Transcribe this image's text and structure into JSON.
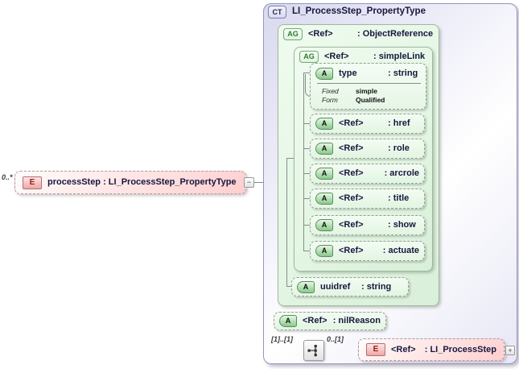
{
  "badges": {
    "complex_type": "CT",
    "attribute_group": "AG",
    "attribute": "A",
    "element": "E"
  },
  "element": {
    "cardinality": "0..*",
    "label": "processStep : LI_ProcessStep_PropertyType",
    "collapse_symbol": "−"
  },
  "complex_type": {
    "title": "LI_ProcessStep_PropertyType",
    "object_reference": {
      "name": "<Ref>",
      "type": ": ObjectReference",
      "simple_link": {
        "name": "<Ref>",
        "type": ": simpleLink",
        "type_attribute": {
          "name": "type",
          "type": ": string",
          "facets": [
            {
              "label": "Fixed",
              "value": "simple"
            },
            {
              "label": "Form",
              "value": "Qualified"
            }
          ]
        },
        "attributes": [
          {
            "name": "<Ref>",
            "type": ": href"
          },
          {
            "name": "<Ref>",
            "type": ": role"
          },
          {
            "name": "<Ref>",
            "type": ": arcrole"
          },
          {
            "name": "<Ref>",
            "type": ": title"
          },
          {
            "name": "<Ref>",
            "type": ": show"
          },
          {
            "name": "<Ref>",
            "type": ": actuate"
          }
        ]
      },
      "uuidref": {
        "name": "uuidref",
        "type": ": string"
      }
    },
    "nil_reason": {
      "name": "<Ref>",
      "type": ": nilReason"
    },
    "sequence": {
      "left_cardinality": "[1]..[1]",
      "right_cardinality": "0..[1]"
    },
    "process_step_ref": {
      "name": "<Ref>",
      "type": ": LI_ProcessStep",
      "expand_symbol": "+"
    }
  }
}
